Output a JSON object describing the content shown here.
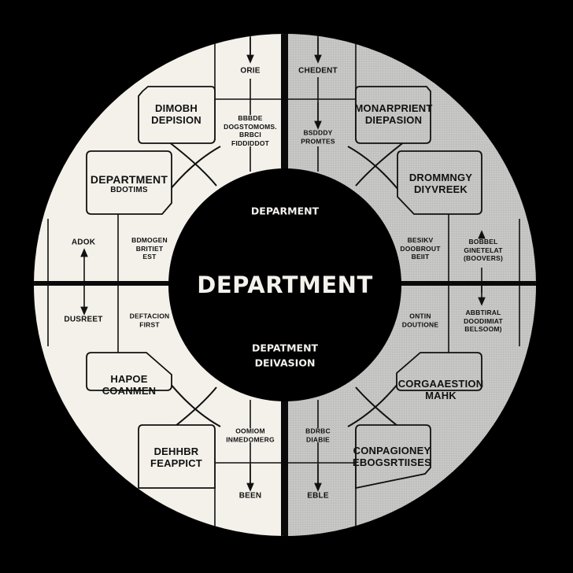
{
  "colors": {
    "background": "#000000",
    "left_half_fill": "#f3f1ea",
    "right_half_fill": "#c4c4c2",
    "center_fill": "#000000",
    "line": "#111111",
    "center_text": "#f4f2ec"
  },
  "center": {
    "title": "DEPARTMENT",
    "top_label": "DEPARMENT",
    "bottom_label": [
      "DEPATMENT",
      "DEIVASION"
    ]
  },
  "left_half": {
    "boxes": [
      {
        "id": "top-box",
        "lines": [
          "DIMOBH",
          "DEPISION"
        ]
      },
      {
        "id": "upper-box",
        "lines": [
          "DEPARTMENT",
          "BDOTIMS"
        ]
      },
      {
        "id": "lower-box",
        "lines": [
          "HAPOE",
          "COANMEN"
        ]
      },
      {
        "id": "bottom-box",
        "lines": [
          "DEHHBR",
          "FEAPPICT"
        ]
      }
    ],
    "cells": [
      {
        "id": "top-outer",
        "lines": [
          "ORIE"
        ]
      },
      {
        "id": "top-inner",
        "lines": [
          "BBBDE",
          "DOGSTOMOMS.",
          "BRBCI",
          "FIDDIDDOT"
        ]
      },
      {
        "id": "mid-upper-outer",
        "lines": [
          "ADOK"
        ]
      },
      {
        "id": "mid-upper-inner",
        "lines": [
          "BDMOGEN",
          "BRITIET",
          "EST"
        ]
      },
      {
        "id": "mid-lower-outer",
        "lines": [
          "DUSREET"
        ]
      },
      {
        "id": "mid-lower-inner",
        "lines": [
          "DEFTACION",
          "FIRST"
        ]
      },
      {
        "id": "bottom-inner",
        "lines": [
          "OOMIOM",
          "INMEDOMERG"
        ]
      },
      {
        "id": "bottom-outer",
        "lines": [
          "BEEN"
        ]
      }
    ]
  },
  "right_half": {
    "boxes": [
      {
        "id": "top-box",
        "lines": [
          "MONARPRIENT",
          "DIEPASION"
        ]
      },
      {
        "id": "upper-box",
        "lines": [
          "DROMMNGY",
          "DIYVREEK"
        ]
      },
      {
        "id": "lower-box",
        "lines": [
          "CORGAAESTION",
          "MAHK"
        ]
      },
      {
        "id": "bottom-box",
        "lines": [
          "CONPAGIONEY",
          "EBOGSRTIISES"
        ]
      }
    ],
    "cells": [
      {
        "id": "top-outer",
        "lines": [
          "CHEDENT"
        ]
      },
      {
        "id": "top-inner",
        "lines": [
          "BSDDDY",
          "PROMTES"
        ]
      },
      {
        "id": "mid-upper-inner",
        "lines": [
          "BESIKV",
          "DOOBROUT",
          "BEIIT"
        ]
      },
      {
        "id": "mid-upper-outer",
        "lines": [
          "BOBBEL",
          "GINETELAT",
          "(BOOVERS)"
        ]
      },
      {
        "id": "mid-lower-inner",
        "lines": [
          "ONTIN",
          "DOUTIONE"
        ]
      },
      {
        "id": "mid-lower-outer",
        "lines": [
          "ABBTIRAL",
          "DOODIMIAT",
          "BELSOOM)"
        ]
      },
      {
        "id": "bottom-inner",
        "lines": [
          "BDRBC",
          "DIABIE"
        ]
      },
      {
        "id": "bottom-outer",
        "lines": [
          "EBLE"
        ]
      }
    ]
  }
}
